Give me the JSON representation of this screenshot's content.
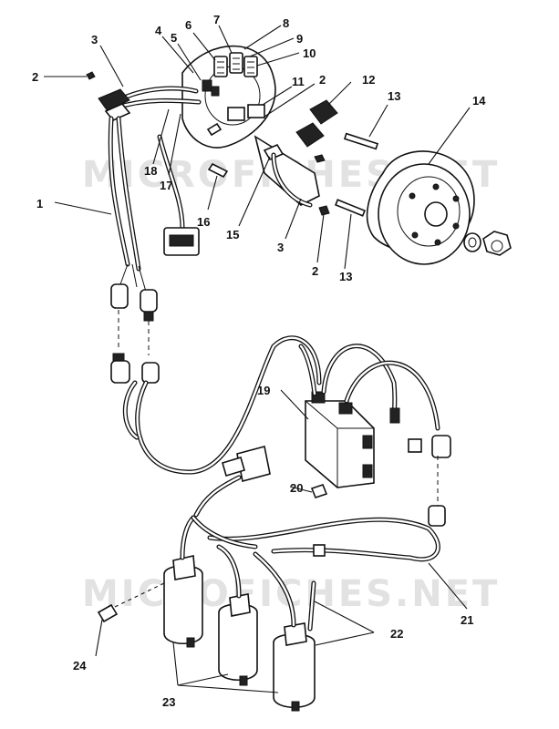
{
  "watermark": {
    "text_top": "MICROFICHES.NET",
    "text_bottom": "MICROFICHES.NET"
  },
  "callouts": [
    {
      "id": "c1",
      "label": "1"
    },
    {
      "id": "c2a",
      "label": "2"
    },
    {
      "id": "c2b",
      "label": "2"
    },
    {
      "id": "c2c",
      "label": "2"
    },
    {
      "id": "c3a",
      "label": "3"
    },
    {
      "id": "c3b",
      "label": "3"
    },
    {
      "id": "c4",
      "label": "4"
    },
    {
      "id": "c5",
      "label": "5"
    },
    {
      "id": "c6",
      "label": "6"
    },
    {
      "id": "c7",
      "label": "7"
    },
    {
      "id": "c8",
      "label": "8"
    },
    {
      "id": "c9",
      "label": "9"
    },
    {
      "id": "c10",
      "label": "10"
    },
    {
      "id": "c11",
      "label": "11"
    },
    {
      "id": "c12",
      "label": "12"
    },
    {
      "id": "c13a",
      "label": "13"
    },
    {
      "id": "c13b",
      "label": "13"
    },
    {
      "id": "c14",
      "label": "14"
    },
    {
      "id": "c15",
      "label": "15"
    },
    {
      "id": "c16",
      "label": "16"
    },
    {
      "id": "c17",
      "label": "17"
    },
    {
      "id": "c18",
      "label": "18"
    },
    {
      "id": "c19",
      "label": "19"
    },
    {
      "id": "c20",
      "label": "20"
    },
    {
      "id": "c21",
      "label": "21"
    },
    {
      "id": "c22",
      "label": "22"
    },
    {
      "id": "c23",
      "label": "23"
    },
    {
      "id": "c24",
      "label": "24"
    }
  ]
}
